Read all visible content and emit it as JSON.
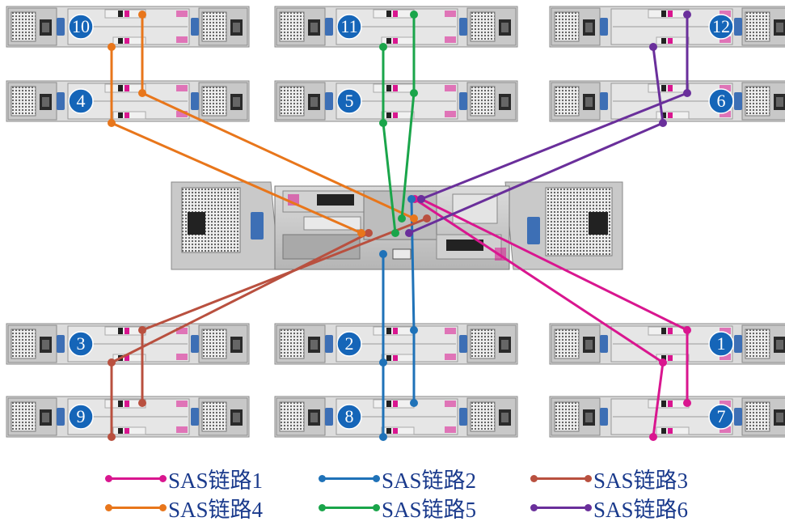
{
  "colors": {
    "link1": "#d9168f",
    "link2": "#1f72b8",
    "link3": "#b9503f",
    "link4": "#e8761b",
    "link5": "#1aa54a",
    "link6": "#6a2f9b",
    "badge": "#1565b8",
    "legend_text": "#1a3a8c"
  },
  "enclosures": [
    {
      "id": "enc-10",
      "label": "10"
    },
    {
      "id": "enc-11",
      "label": "11"
    },
    {
      "id": "enc-12",
      "label": "12"
    },
    {
      "id": "enc-4",
      "label": "4"
    },
    {
      "id": "enc-5",
      "label": "5"
    },
    {
      "id": "enc-6",
      "label": "6"
    },
    {
      "id": "enc-3",
      "label": "3"
    },
    {
      "id": "enc-2",
      "label": "2"
    },
    {
      "id": "enc-1",
      "label": "1"
    },
    {
      "id": "enc-9",
      "label": "9"
    },
    {
      "id": "enc-8",
      "label": "8"
    },
    {
      "id": "enc-7",
      "label": "7"
    }
  ],
  "legend": [
    {
      "label": "SAS链路1",
      "color_key": "link1"
    },
    {
      "label": "SAS链路2",
      "color_key": "link2"
    },
    {
      "label": "SAS链路3",
      "color_key": "link3"
    },
    {
      "label": "SAS链路4",
      "color_key": "link4"
    },
    {
      "label": "SAS链路5",
      "color_key": "link5"
    },
    {
      "label": "SAS链路6",
      "color_key": "link6"
    }
  ]
}
